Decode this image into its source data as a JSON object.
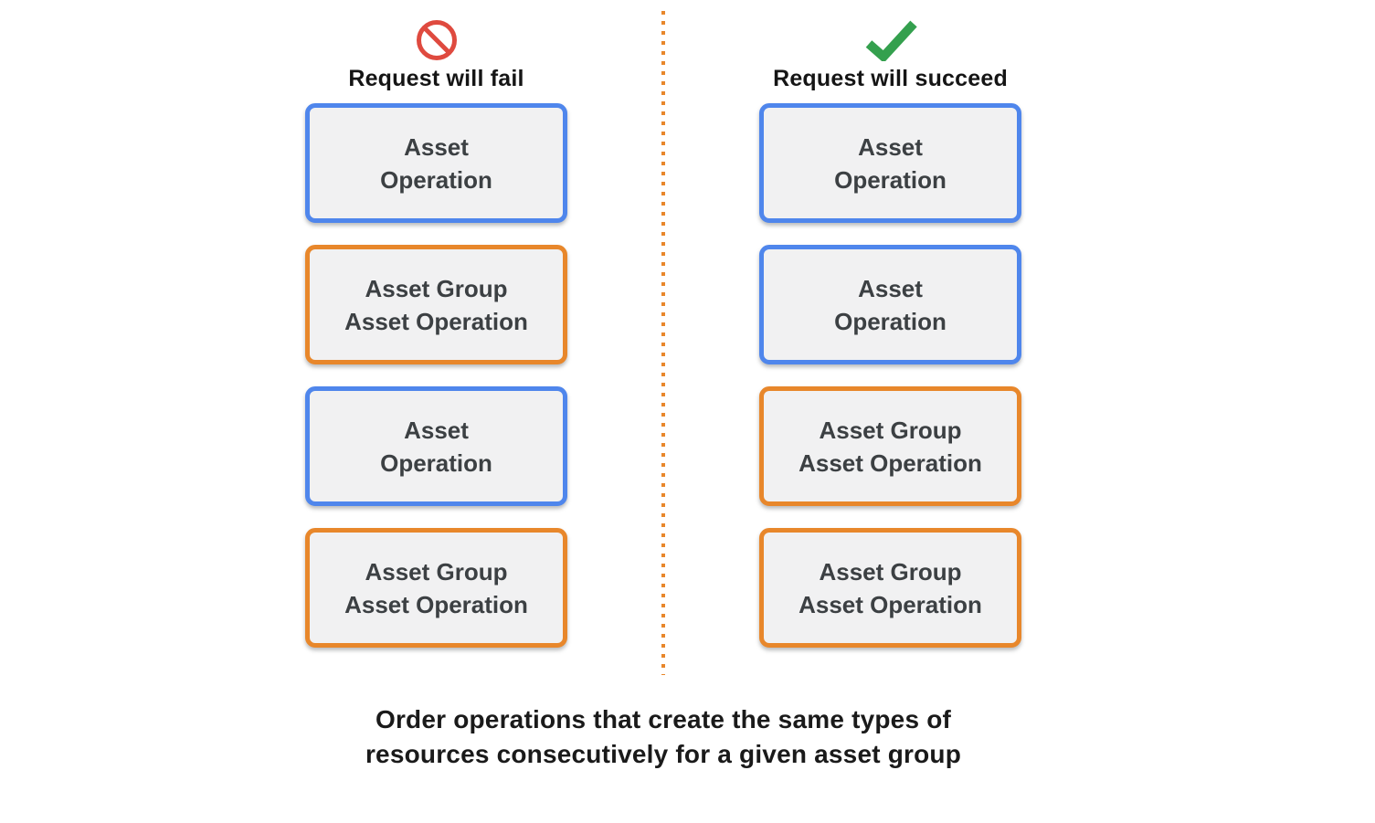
{
  "diagram": {
    "fail_column": {
      "icon": "prohibition-icon",
      "title": "Request will fail",
      "boxes": [
        {
          "type": "asset-operation",
          "lines": [
            "Asset",
            "Operation"
          ]
        },
        {
          "type": "asset-group-asset-operation",
          "lines": [
            "Asset Group",
            "Asset Operation"
          ]
        },
        {
          "type": "asset-operation",
          "lines": [
            "Asset",
            "Operation"
          ]
        },
        {
          "type": "asset-group-asset-operation",
          "lines": [
            "Asset Group",
            "Asset Operation"
          ]
        }
      ]
    },
    "succeed_column": {
      "icon": "check-icon",
      "title": "Request will succeed",
      "boxes": [
        {
          "type": "asset-operation",
          "lines": [
            "Asset",
            "Operation"
          ]
        },
        {
          "type": "asset-operation",
          "lines": [
            "Asset",
            "Operation"
          ]
        },
        {
          "type": "asset-group-asset-operation",
          "lines": [
            "Asset Group",
            "Asset Operation"
          ]
        },
        {
          "type": "asset-group-asset-operation",
          "lines": [
            "Asset Group",
            "Asset Operation"
          ]
        }
      ]
    },
    "caption": {
      "line1": "Order operations that create the same types of",
      "line2": "resources consecutively for a given asset group"
    },
    "colors": {
      "asset_operation_border": "#4F86EC",
      "asset_group_border": "#E8872B",
      "box_fill": "#F1F1F2",
      "box_text": "#3C4043",
      "fail_icon": "#DF4A3F",
      "succeed_icon": "#34A04E",
      "divider": "#E8872B",
      "heading_text": "#151515"
    }
  }
}
